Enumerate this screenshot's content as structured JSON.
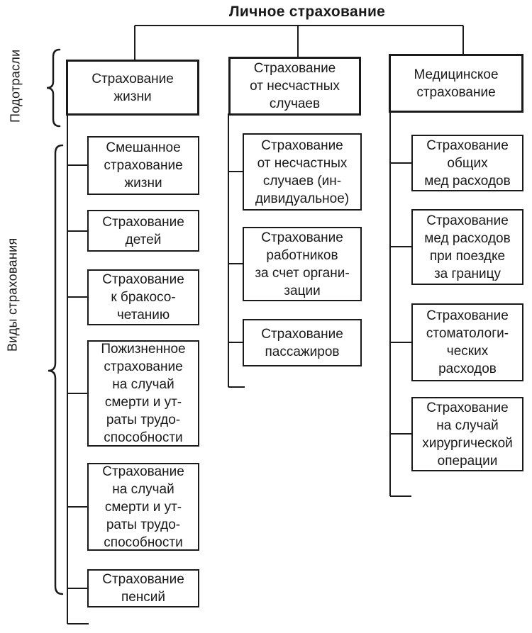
{
  "diagram": {
    "title": "Личное страхование",
    "side_labels": {
      "subbranches": "Подотрасли",
      "types": "Виды страхования"
    },
    "colors": {
      "line": "#1a1a1a",
      "text": "#1a1a1a",
      "background": "#ffffff"
    },
    "columns": [
      {
        "header": "Страхование\nжизни",
        "items": [
          "Смешанное\nстрахование\nжизни",
          "Страхование\nдетей",
          "Страхование\nк бракосо-\nчетанию",
          "Пожизненное\nстрахование\nна случай\nсмерти и ут-\nраты трудо-\nспособности",
          "Страхование\nна случай\nсмерти и ут-\nраты трудо-\nспособности",
          "Страхование\nпенсий"
        ]
      },
      {
        "header": "Страхование\nот несчастных\nслучаев",
        "items": [
          "Страхование\nот несчастных\nслучаев (ин-\nдивидуальное)",
          "Страхование\nработников\nза счет органи-\nзации",
          "Страхование\nпассажиров"
        ]
      },
      {
        "header": "Медицинское\nстрахование",
        "items": [
          "Страхование\nобщих\nмед расходов",
          "Страхование\nмед расходов\nпри поездке\nза границу",
          "Страхование\nстоматологи-\nческих\nрасходов",
          "Страхование\nна случай\nхирургической\nоперации"
        ]
      }
    ]
  }
}
